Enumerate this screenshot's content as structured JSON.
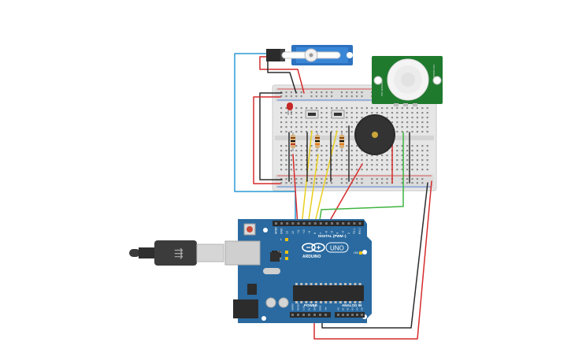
{
  "board": {
    "brand": "ARDUINO",
    "model": "UNO",
    "header_digital": "DIGITAL (PWM~)",
    "header_power": "POWER",
    "header_analog": "ANALOG IN",
    "pins_top": [
      "AREF",
      "GND",
      "13",
      "12",
      "~11",
      "~10",
      "~9",
      "8",
      "7",
      "~6",
      "~5",
      "4",
      "~3",
      "2",
      "TX 1",
      "RX 0"
    ],
    "pins_power": [
      "IOREF",
      "RESET",
      "3.3V",
      "5V",
      "GND",
      "GND",
      "Vin"
    ],
    "pins_analog": [
      "A0",
      "A1",
      "A2",
      "A3",
      "A4",
      "A5"
    ],
    "led_labels": [
      "L",
      "TX",
      "RX",
      "ON"
    ]
  },
  "pir": {
    "side_left": "PIR SENSOR",
    "side_right": "PIR SENSOR"
  },
  "colors": {
    "board": "#2a6aa0",
    "breadboard": "#e4e4e4",
    "wire_red": "#d62b2b",
    "wire_black": "#2b2b2b",
    "wire_blue": "#2a9ad6",
    "wire_yellow": "#e9cf1c",
    "wire_green": "#3fb43f",
    "pir_pcb": "#1f7a2e",
    "servo": "#2c72c0"
  }
}
